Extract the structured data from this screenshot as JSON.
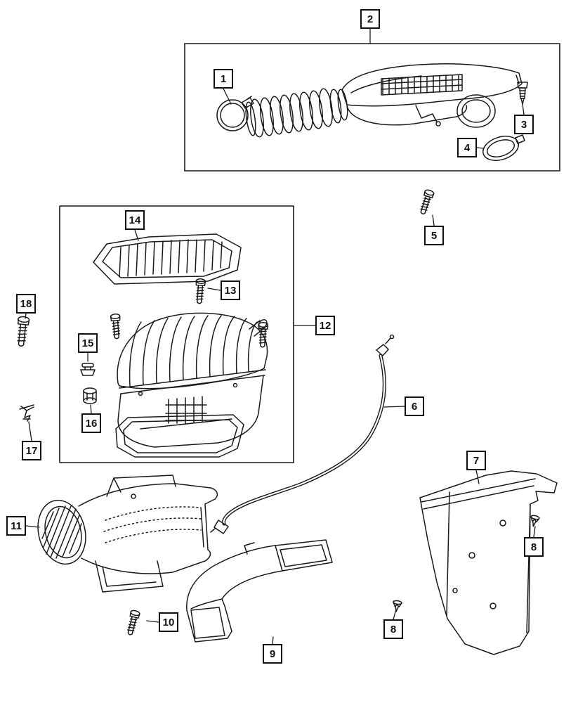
{
  "callouts": {
    "c1": {
      "label": "1"
    },
    "c2": {
      "label": "2"
    },
    "c3": {
      "label": "3"
    },
    "c4": {
      "label": "4"
    },
    "c5": {
      "label": "5"
    },
    "c6": {
      "label": "6"
    },
    "c7": {
      "label": "7"
    },
    "c8a": {
      "label": "8"
    },
    "c8b": {
      "label": "8"
    },
    "c9": {
      "label": "9"
    },
    "c10": {
      "label": "10"
    },
    "c11": {
      "label": "11"
    },
    "c12": {
      "label": "12"
    },
    "c13": {
      "label": "13"
    },
    "c14": {
      "label": "14"
    },
    "c15": {
      "label": "15"
    },
    "c16": {
      "label": "16"
    },
    "c17": {
      "label": "17"
    },
    "c18": {
      "label": "18"
    }
  },
  "colors": {
    "line": "#1a1a1a",
    "background": "#ffffff"
  }
}
